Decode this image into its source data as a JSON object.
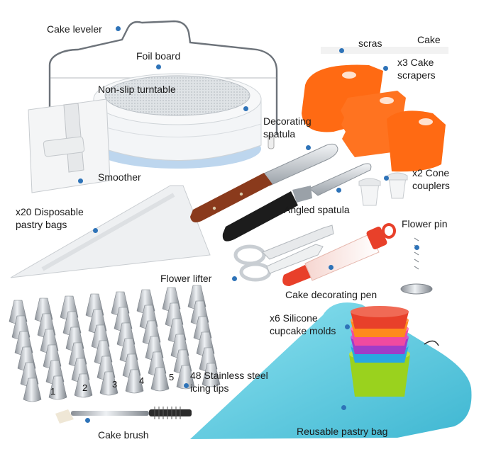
{
  "labels": {
    "cake_leveler": "Cake leveler",
    "foil_board": "Foil board",
    "non_slip_turntable": "Non-slip turntable",
    "decorating_spatula_1": "Decorating",
    "decorating_spatula_2": "spatula",
    "smoother": "Smoother",
    "disposable_bags_1": "x20 Disposable",
    "disposable_bags_2": "pastry bags",
    "cake_scrapers_1": "x3 Cake",
    "cake_scrapers_2": "scrapers",
    "cone_couplers_1": "x2 Cone",
    "cone_couplers_2": "couplers",
    "angled_spatula": "Angled spatula",
    "flower_pin": "Flower pin",
    "flower_lifter": "Flower lifter",
    "cake_decorating_pen": "Cake decorating pen",
    "cupcake_molds_1": "x6 Silicone",
    "cupcake_molds_2": "cupcake molds",
    "icing_tips_1": "48 Stainless steel",
    "icing_tips_2": "icing tips",
    "cake_brush": "Cake brush",
    "reusable_bag": "Reusable pastry bag"
  },
  "tip_numbers": [
    "1",
    "2",
    "3",
    "4",
    "5"
  ],
  "colors": {
    "accent_dot": "#2e73b8",
    "scraper_orange": "#ff6a13",
    "spatula_handle_wood": "#8a3a1c",
    "reusable_bag_blue": "#6ed3e6",
    "pen_red": "#e8402a",
    "cupcake_colors": [
      "#e8402a",
      "#ff8a1c",
      "#f04aa0",
      "#a03cc8",
      "#2aa8e0",
      "#9ad21e"
    ]
  }
}
